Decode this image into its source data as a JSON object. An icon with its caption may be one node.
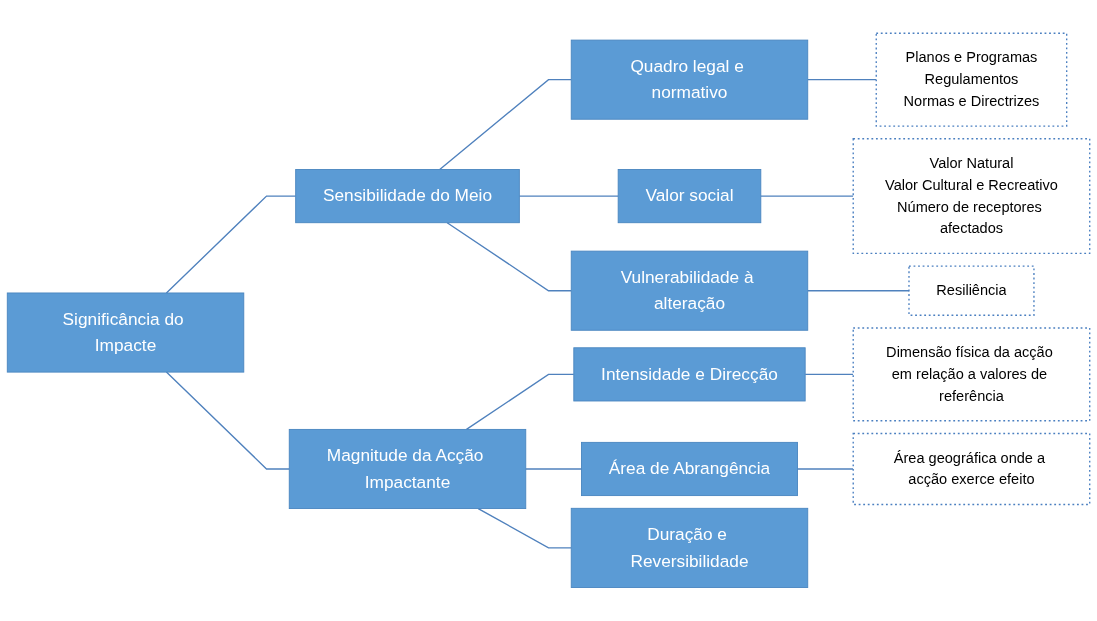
{
  "diagram": {
    "nodes": [
      {
        "text": [
          "Significância do Impacte"
        ]
      },
      {
        "text": [
          "Sensibilidade do Meio"
        ]
      },
      {
        "text": [
          "Quadro legal e normativo"
        ]
      },
      {
        "text": [
          "Planos e Programas",
          "Regulamentos",
          "Normas e Directrizes"
        ]
      },
      {
        "text": [
          "Valor social"
        ]
      },
      {
        "text": [
          "Valor Natural",
          "Valor Cultural e Recreativo",
          "Número de receptores afectados"
        ]
      },
      {
        "text": [
          "Vulnerabilidade à alteração"
        ]
      },
      {
        "text": [
          "Resiliência"
        ]
      },
      {
        "text": [
          "Magnitude da Acção Impactante"
        ]
      },
      {
        "text": [
          "Intensidade e Direcção"
        ]
      },
      {
        "text": [
          "Dimensão física da acção em relação a valores de referência"
        ]
      },
      {
        "text": [
          "Área de Abrangência"
        ]
      },
      {
        "text": [
          "Área geográfica onde a acção exerce efeito"
        ]
      },
      {
        "text": [
          "Duração e Reversibilidade"
        ]
      }
    ],
    "edges": [
      {
        "from": 0,
        "to": 1,
        "arrow": "none"
      },
      {
        "from": 0,
        "to": 8,
        "arrow": "none"
      },
      {
        "from": 1,
        "to": 2,
        "arrow": "none"
      },
      {
        "from": 1,
        "to": 4,
        "arrow": "none"
      },
      {
        "from": 1,
        "to": 6,
        "arrow": "none"
      },
      {
        "from": 2,
        "to": 3,
        "arrow": "none"
      },
      {
        "from": 4,
        "to": 5,
        "arrow": "none"
      },
      {
        "from": 6,
        "to": 7,
        "arrow": "none"
      },
      {
        "from": 8,
        "to": 9,
        "arrow": "none"
      },
      {
        "from": 8,
        "to": 11,
        "arrow": "none"
      },
      {
        "from": 8,
        "to": 13,
        "arrow": "none"
      },
      {
        "from": 9,
        "to": 10,
        "arrow": "none"
      },
      {
        "from": 11,
        "to": 12,
        "arrow": "none"
      }
    ]
  }
}
